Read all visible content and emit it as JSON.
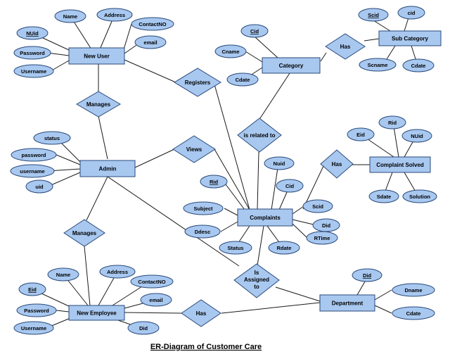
{
  "title": "ER-Diagram of Customer Care",
  "entities": {
    "new_user": "New User",
    "category": "Category",
    "sub_category": "Sub Category",
    "admin": "Admin",
    "complaint_solved": "Complaint Solved",
    "complaints": "Complaints",
    "new_employee": "New Employee",
    "department": "Department"
  },
  "relationships": {
    "registers": "Registers",
    "has_cat": "Has",
    "manages_user": "Manages",
    "related_to": "is related to",
    "views": "Views",
    "has_solved": "Has",
    "manages_emp": "Manages",
    "is_assigned_1": "Is",
    "is_assigned_2": "Assigned",
    "is_assigned_3": "to",
    "has_dept": "Has"
  },
  "attributes": {
    "nu_name": "Name",
    "nu_address": "Address",
    "nu_nuid": "NUid",
    "nu_contact": "ContactNO",
    "nu_email": "email",
    "nu_password": "Password",
    "nu_username": "Username",
    "cat_cid": "Cid",
    "cat_cname": "Cname",
    "cat_cdate": "Cdate",
    "sc_scid": "Scid",
    "sc_cid": "cid",
    "sc_scname": "Scname",
    "sc_cdate": "Cdate",
    "ad_status": "status",
    "ad_password": "password",
    "ad_username": "username",
    "ad_uid": "uid",
    "cs_rid": "Rid",
    "cs_eid": "Eid",
    "cs_nuid": "NUid",
    "cs_sdate": "Sdate",
    "cs_solution": "Solution",
    "co_nuid": "Nuid",
    "co_rid": "Rid",
    "co_cid": "Cid",
    "co_subject": "Subject",
    "co_scid": "Scid",
    "co_ddesc": "Ddesc",
    "co_did": "Did",
    "co_rtime": "RTime",
    "co_status": "Status",
    "co_rdate": "Rdate",
    "ne_name": "Name",
    "ne_address": "Address",
    "ne_eid": "Eid",
    "ne_contact": "ContactNO",
    "ne_email": "email",
    "ne_password": "Password",
    "ne_username": "Username",
    "ne_did": "Did",
    "de_did": "Did",
    "de_dname": "Dname",
    "de_cdate": "Cdate"
  },
  "colors": {
    "fill": "#a8c8f0",
    "stroke": "#2a4a7a"
  }
}
